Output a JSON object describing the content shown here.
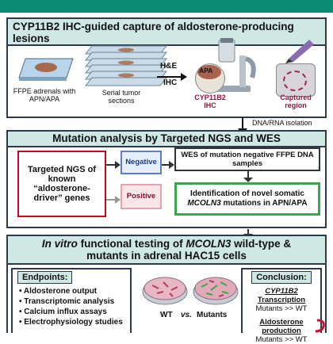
{
  "panel1": {
    "title": "CYP11B2 IHC-guided capture of aldosterone-producing lesions",
    "ffpe_label": "FFPE adrenals with APN/APA",
    "sections_label": "Serial tumor sections",
    "stain_he": "H&E",
    "stain_ihc": "IHC",
    "apa_label": "APA",
    "cyp_ihc_label": "CYP11B2 IHC",
    "captured_label": "Captured region",
    "isolation_label": "DNA/RNA isolation"
  },
  "panel2": {
    "title": "Mutation analysis by Targeted NGS and WES",
    "ngs_box": "Targeted NGS of known “aldosterone-driver” genes",
    "negative_label": "Negative",
    "positive_label": "Positive",
    "wes_box": "WES of mutation negative FFPE DNA samples",
    "identification_line1": "Identification of novel somatic",
    "identification_gene": "MCOLN3",
    "identification_line2": "mutations in APN/APA"
  },
  "panel3": {
    "title_invitro": "In vitro",
    "title_rest1": " functional testing of ",
    "title_gene": "MCOLN3",
    "title_rest2": " wild-type &",
    "title_line2": "mutants in adrenal HAC15 cells",
    "endpoints_title": "Endpoints:",
    "endpoints": [
      "Aldosterone output",
      "Transcriptomic analysis",
      "Calcium influx assays",
      "Electrophysiology studies"
    ],
    "wt_label": "WT",
    "vs_label": "vs.",
    "mutants_label": "Mutants",
    "conclusion_title": "Conclusion:",
    "conclusion1_gene": "CYP11B2",
    "conclusion1_rest": " Transcription",
    "conclusion1_result": "Mutants >> WT",
    "conclusion2_title": "Aldosterone production",
    "conclusion2_result": "Mutants >> WT"
  },
  "colors": {
    "header_bar": "#0d8a73",
    "banner": "#cfe8e4",
    "negative_box": "#e6eefb",
    "positive_box": "#fbe6ea",
    "green_box_border": "#3aa84a",
    "red_accent": "#c8102e"
  },
  "icons": [
    "arrow-right-icon",
    "arrow-down-icon",
    "microscope-icon",
    "petri-dish-icon",
    "slide-icon",
    "pen-icon"
  ]
}
